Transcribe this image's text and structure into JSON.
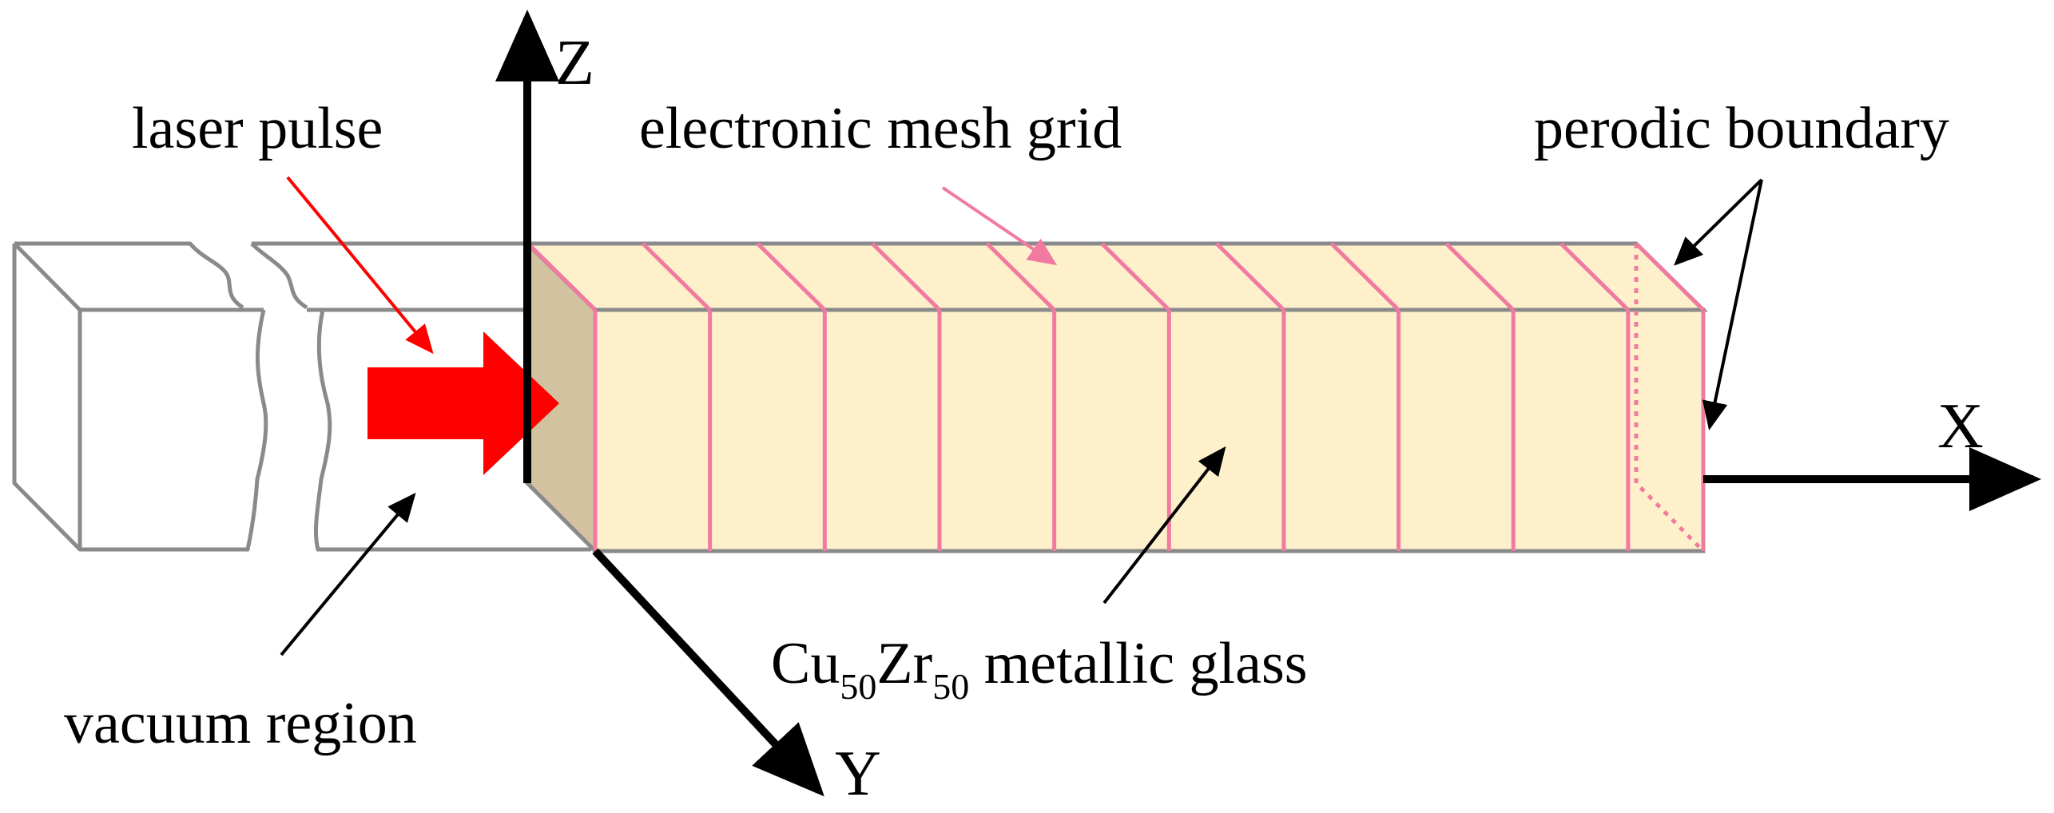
{
  "axes": {
    "x": "X",
    "y": "Y",
    "z": "Z"
  },
  "labels": {
    "laser_pulse": "laser pulse",
    "electronic_mesh_grid": "electronic mesh grid",
    "perodic_boundary": "perodic boundary",
    "vacuum_region": "vacuum region",
    "material": {
      "part1": "Cu",
      "sub1": "50",
      "part2": "Zr",
      "sub2": "50",
      "part3": " metallic glass"
    }
  },
  "colors": {
    "sample_fill": "#fff0cc",
    "sample_side": "#d2c29f",
    "mesh_line": "#f07aa0",
    "outline": "#8a8a8a",
    "laser_arrow": "#ff0000",
    "axis": "#000000"
  }
}
